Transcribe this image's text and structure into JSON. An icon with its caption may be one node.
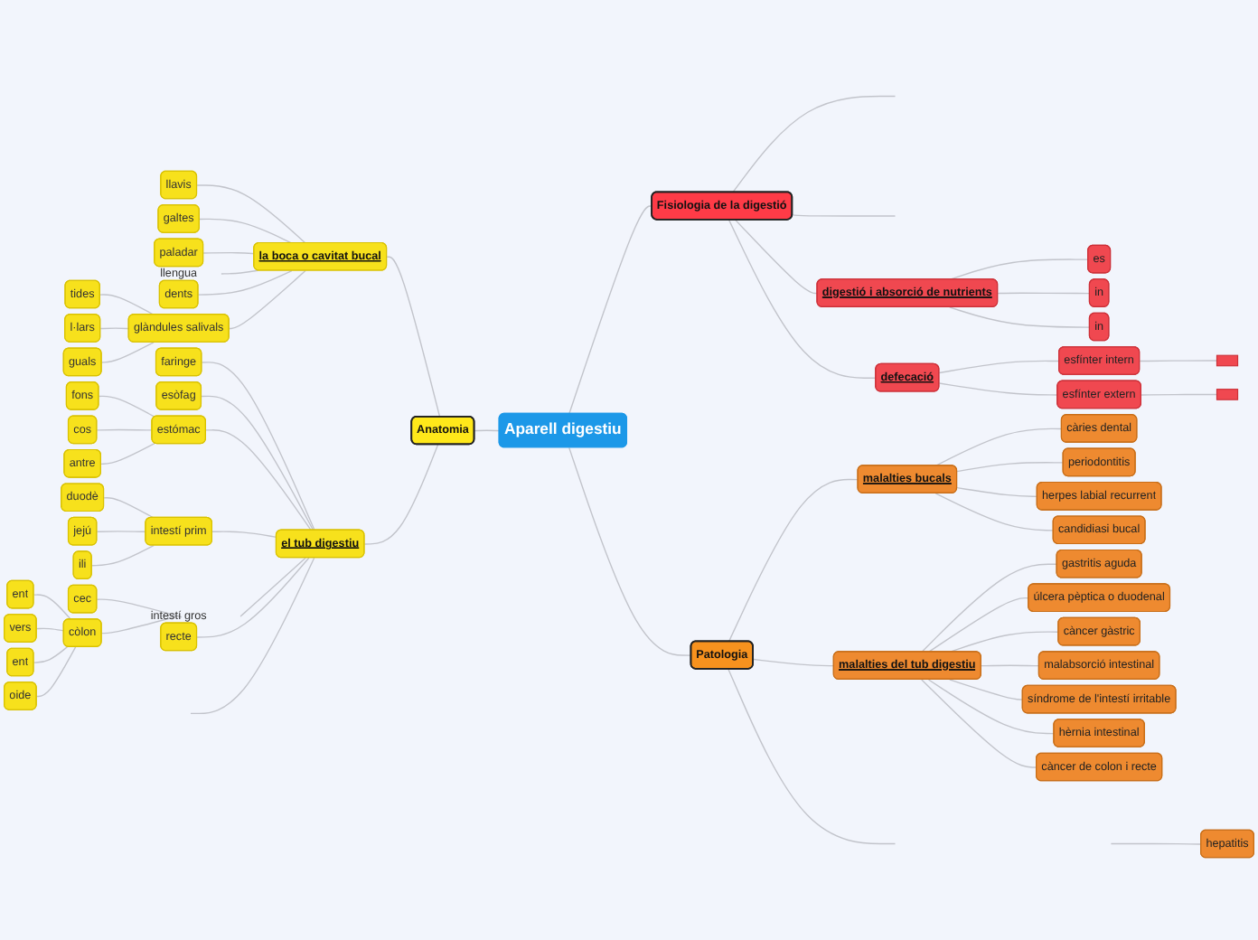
{
  "diagram": {
    "nodes": [
      {
        "text": [
          "Aparell digestiu"
        ]
      },
      {
        "text": [
          "Anatomia"
        ]
      },
      {
        "text": [
          "la boca o cavitat bucal"
        ]
      },
      {
        "text": [
          "llavis"
        ]
      },
      {
        "text": [
          "galtes"
        ]
      },
      {
        "text": [
          "paladar"
        ]
      },
      {
        "text": [
          "llengua"
        ]
      },
      {
        "text": [
          "dents"
        ]
      },
      {
        "text": [
          "glàndules salivals"
        ]
      },
      {
        "text": [
          "tides"
        ]
      },
      {
        "text": [
          "l·lars"
        ]
      },
      {
        "text": [
          "guals"
        ]
      },
      {
        "text": [
          "el tub digestiu"
        ]
      },
      {
        "text": [
          "faringe"
        ]
      },
      {
        "text": [
          "esòfag"
        ]
      },
      {
        "text": [
          "estómac"
        ]
      },
      {
        "text": [
          "fons"
        ]
      },
      {
        "text": [
          "cos"
        ]
      },
      {
        "text": [
          "antre"
        ]
      },
      {
        "text": [
          "intestí prim"
        ]
      },
      {
        "text": [
          "duodè"
        ]
      },
      {
        "text": [
          "jejú"
        ]
      },
      {
        "text": [
          "ili"
        ]
      },
      {
        "text": [
          "intestí gros"
        ]
      },
      {
        "text": [
          "cec"
        ]
      },
      {
        "text": [
          "còlon"
        ]
      },
      {
        "text": [
          "ent"
        ]
      },
      {
        "text": [
          "vers"
        ]
      },
      {
        "text": [
          "ent"
        ]
      },
      {
        "text": [
          "oide"
        ]
      },
      {
        "text": [
          "recte"
        ]
      },
      {
        "text": [
          "Fisiologia de la digestió"
        ]
      },
      {
        "text": [
          "digestió i absorció de nutrients"
        ]
      },
      {
        "text": [
          "es"
        ]
      },
      {
        "text": [
          "in"
        ]
      },
      {
        "text": [
          "in"
        ]
      },
      {
        "text": [
          "defecació"
        ]
      },
      {
        "text": [
          "esfínter intern"
        ]
      },
      {
        "text": [
          "esfínter extern"
        ]
      },
      {
        "text": [],
        "shape": "box"
      },
      {
        "text": [],
        "shape": "box"
      },
      {
        "text": [
          "Patologia"
        ]
      },
      {
        "text": [
          "malalties bucals"
        ]
      },
      {
        "text": [
          "càries dental"
        ]
      },
      {
        "text": [
          "periodontitis"
        ]
      },
      {
        "text": [
          "herpes labial recurrent"
        ]
      },
      {
        "text": [
          "candidiasi bucal"
        ]
      },
      {
        "text": [
          "malalties del tub digestiu"
        ]
      },
      {
        "text": [
          "gastritis aguda"
        ]
      },
      {
        "text": [
          "úlcera pèptica o duodenal"
        ]
      },
      {
        "text": [
          "càncer gàstric"
        ]
      },
      {
        "text": [
          "malabsorció intestinal"
        ]
      },
      {
        "text": [
          "síndrome de l'intestí irritable"
        ]
      },
      {
        "text": [
          "hèrnia intestinal"
        ]
      },
      {
        "text": [
          "càncer de colon i recte"
        ]
      },
      {
        "text": [
          "hepatitis"
        ]
      }
    ],
    "edges": [
      {
        "from": 1,
        "to": 0,
        "arrow": "none"
      },
      {
        "from": 2,
        "to": 1,
        "arrow": "none"
      },
      {
        "from": 3,
        "to": 2,
        "arrow": "none"
      },
      {
        "from": 4,
        "to": 2,
        "arrow": "none"
      },
      {
        "from": 5,
        "to": 2,
        "arrow": "none"
      },
      {
        "from": 6,
        "to": 2,
        "arrow": "none"
      },
      {
        "from": 7,
        "to": 2,
        "arrow": "none"
      },
      {
        "from": 8,
        "to": 2,
        "arrow": "none"
      },
      {
        "from": 9,
        "to": 8,
        "arrow": "none"
      },
      {
        "from": 10,
        "to": 8,
        "arrow": "none"
      },
      {
        "from": 11,
        "to": 8,
        "arrow": "none"
      },
      {
        "from": 12,
        "to": 1,
        "arrow": "none"
      },
      {
        "from": 13,
        "to": 12,
        "arrow": "none"
      },
      {
        "from": 14,
        "to": 12,
        "arrow": "none"
      },
      {
        "from": 15,
        "to": 12,
        "arrow": "none"
      },
      {
        "from": 16,
        "to": 15,
        "arrow": "none"
      },
      {
        "from": 17,
        "to": 15,
        "arrow": "none"
      },
      {
        "from": 18,
        "to": 15,
        "arrow": "none"
      },
      {
        "from": 19,
        "to": 12,
        "arrow": "none"
      },
      {
        "from": 20,
        "to": 19,
        "arrow": "none"
      },
      {
        "from": 21,
        "to": 19,
        "arrow": "none"
      },
      {
        "from": 22,
        "to": 19,
        "arrow": "none"
      },
      {
        "from": 23,
        "to": 12,
        "arrow": "none"
      },
      {
        "from": 24,
        "to": 23,
        "arrow": "none"
      },
      {
        "from": 25,
        "to": 23,
        "arrow": "none"
      },
      {
        "from": 26,
        "to": 25,
        "arrow": "none"
      },
      {
        "from": 27,
        "to": 25,
        "arrow": "none"
      },
      {
        "from": 28,
        "to": 25,
        "arrow": "none"
      },
      {
        "from": 29,
        "to": 25,
        "arrow": "none"
      },
      {
        "from": 30,
        "to": 12,
        "arrow": "none"
      },
      {
        "from": null,
        "to": 12,
        "arrow": "none"
      },
      {
        "from": 0,
        "to": 31,
        "arrow": "none"
      },
      {
        "from": 31,
        "to": null,
        "arrow": "none"
      },
      {
        "from": 31,
        "to": null,
        "arrow": "none"
      },
      {
        "from": 31,
        "to": 32,
        "arrow": "none"
      },
      {
        "from": 32,
        "to": 33,
        "arrow": "none"
      },
      {
        "from": 32,
        "to": 34,
        "arrow": "none"
      },
      {
        "from": 32,
        "to": 35,
        "arrow": "none"
      },
      {
        "from": 31,
        "to": 36,
        "arrow": "none"
      },
      {
        "from": 36,
        "to": 37,
        "arrow": "none"
      },
      {
        "from": 36,
        "to": 38,
        "arrow": "none"
      },
      {
        "from": 37,
        "to": 39,
        "arrow": "none"
      },
      {
        "from": 38,
        "to": 40,
        "arrow": "none"
      },
      {
        "from": 0,
        "to": 41,
        "arrow": "none"
      },
      {
        "from": 41,
        "to": 42,
        "arrow": "none"
      },
      {
        "from": 42,
        "to": 43,
        "arrow": "none"
      },
      {
        "from": 42,
        "to": 44,
        "arrow": "none"
      },
      {
        "from": 42,
        "to": 45,
        "arrow": "none"
      },
      {
        "from": 42,
        "to": 46,
        "arrow": "none"
      },
      {
        "from": 41,
        "to": 47,
        "arrow": "none"
      },
      {
        "from": 47,
        "to": 48,
        "arrow": "none"
      },
      {
        "from": 47,
        "to": 49,
        "arrow": "none"
      },
      {
        "from": 47,
        "to": 50,
        "arrow": "none"
      },
      {
        "from": 47,
        "to": 51,
        "arrow": "none"
      },
      {
        "from": 47,
        "to": 52,
        "arrow": "none"
      },
      {
        "from": 47,
        "to": 53,
        "arrow": "none"
      },
      {
        "from": 47,
        "to": 54,
        "arrow": "none"
      },
      {
        "from": 41,
        "to": null,
        "arrow": "none"
      },
      {
        "from": null,
        "to": 55,
        "arrow": "none"
      }
    ]
  }
}
